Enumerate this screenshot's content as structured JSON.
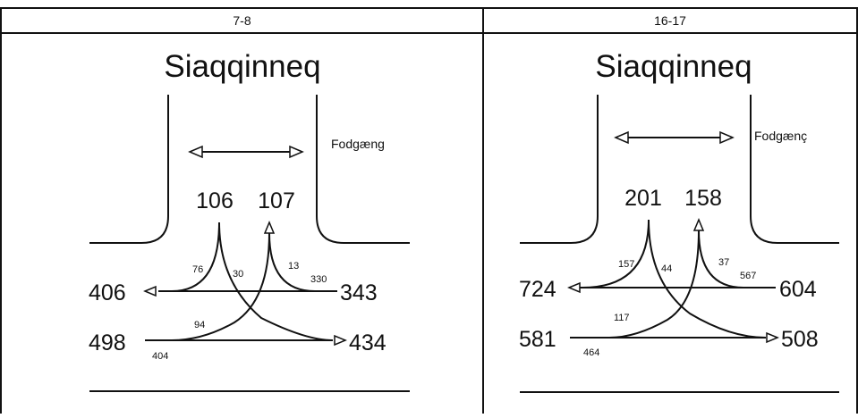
{
  "panels": [
    {
      "period": "7-8",
      "street_name": "Siaqqinneq",
      "pedestrian_label": "Fodgæng",
      "north": {
        "out": "106",
        "in": "107"
      },
      "west": {
        "upper": "406",
        "lower": "498"
      },
      "east": {
        "upper": "343",
        "lower": "434"
      },
      "turns": {
        "n_to_w": "76",
        "n_to_e": "30",
        "e_to_n": "13",
        "e_through": "330",
        "w_to_n": "94",
        "w_through": "404"
      }
    },
    {
      "period": "16-17",
      "street_name": "Siaqqinneq",
      "pedestrian_label": "Fodgænç",
      "north": {
        "out": "201",
        "in": "158"
      },
      "west": {
        "upper": "724",
        "lower": "581"
      },
      "east": {
        "upper": "604",
        "lower": "508"
      },
      "turns": {
        "n_to_w": "157",
        "n_to_e": "44",
        "e_to_n": "37",
        "e_through": "567",
        "w_to_n": "117",
        "w_through": "464"
      }
    }
  ]
}
